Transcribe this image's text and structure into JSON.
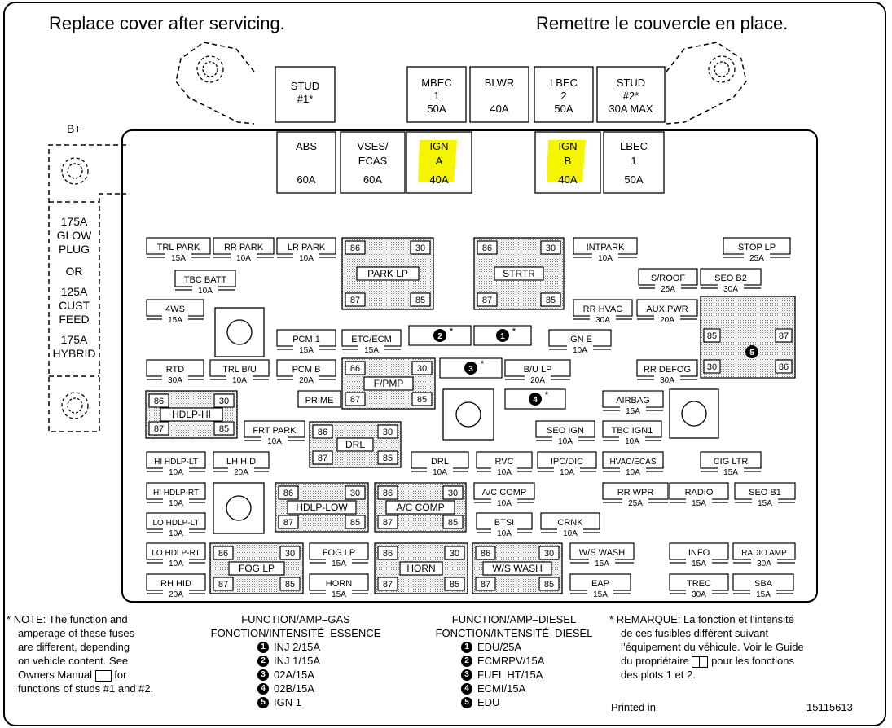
{
  "header": {
    "left": "Replace cover after servicing.",
    "right": "Remettre le couvercle en place."
  },
  "b_plus": "B+",
  "side_panel": [
    "175A",
    "GLOW",
    "PLUG",
    "OR",
    "125A",
    "CUST",
    "FEED",
    "175A",
    "HYBRID"
  ],
  "top_fuses": [
    {
      "lines": [
        "STUD",
        "#1*"
      ],
      "highlight": false
    },
    {
      "lines": [
        "MBEC",
        "1",
        "50A"
      ],
      "highlight": false
    },
    {
      "lines": [
        "BLWR",
        "",
        "40A"
      ],
      "highlight": false
    },
    {
      "lines": [
        "LBEC",
        "2",
        "50A"
      ],
      "highlight": false
    },
    {
      "lines": [
        "STUD",
        "#2*",
        "30A MAX"
      ],
      "highlight": false
    },
    {
      "lines": [
        "ABS",
        "",
        "60A"
      ],
      "highlight": false
    },
    {
      "lines": [
        "VSES/",
        "ECAS",
        "60A"
      ],
      "highlight": false
    },
    {
      "lines": [
        "IGN",
        "A",
        "40A"
      ],
      "highlight": true
    },
    {
      "lines": [
        "IGN",
        "B",
        "40A"
      ],
      "highlight": true
    },
    {
      "lines": [
        "LBEC",
        "1",
        "50A"
      ],
      "highlight": false
    }
  ],
  "fuses": [
    {
      "name": "TRL PARK",
      "amp": "15A"
    },
    {
      "name": "RR PARK",
      "amp": "10A"
    },
    {
      "name": "LR PARK",
      "amp": "10A"
    },
    {
      "name": "TBC BATT",
      "amp": "10A"
    },
    {
      "name": "4WS",
      "amp": "15A"
    },
    {
      "name": "PCM 1",
      "amp": "15A"
    },
    {
      "name": "ETC/ECM",
      "amp": "15A"
    },
    {
      "name": "RTD",
      "amp": "30A"
    },
    {
      "name": "TRL B/U",
      "amp": "10A"
    },
    {
      "name": "PCM B",
      "amp": "20A"
    },
    {
      "name": "FRT PARK",
      "amp": "10A"
    },
    {
      "name": "HI HDLP-LT",
      "amp": "10A"
    },
    {
      "name": "LH HID",
      "amp": "20A"
    },
    {
      "name": "HI HDLP-RT",
      "amp": "10A"
    },
    {
      "name": "LO HDLP-LT",
      "amp": "10A"
    },
    {
      "name": "LO HDLP-RT",
      "amp": "10A"
    },
    {
      "name": "FOG LP",
      "amp": "15A"
    },
    {
      "name": "RH HID",
      "amp": "20A"
    },
    {
      "name": "HORN",
      "amp": "15A"
    },
    {
      "name": "DRL",
      "amp": "10A"
    },
    {
      "name": "RVC",
      "amp": "10A"
    },
    {
      "name": "IPC/DIC",
      "amp": "10A"
    },
    {
      "name": "A/C COMP",
      "amp": "10A"
    },
    {
      "name": "BTSI",
      "amp": "10A"
    },
    {
      "name": "CRNK",
      "amp": "10A"
    },
    {
      "name": "INTPARK",
      "amp": "10A"
    },
    {
      "name": "IGN E",
      "amp": "10A"
    },
    {
      "name": "B/U LP",
      "amp": "20A"
    },
    {
      "name": "SEO IGN",
      "amp": "10A"
    },
    {
      "name": "TBC IGN1",
      "amp": "10A"
    },
    {
      "name": "HVAC/ECAS",
      "amp": "10A"
    },
    {
      "name": "W/S WASH",
      "amp": "15A"
    },
    {
      "name": "EAP",
      "amp": "15A"
    },
    {
      "name": "STOP LP",
      "amp": "25A"
    },
    {
      "name": "S/ROOF",
      "amp": "25A"
    },
    {
      "name": "SEO B2",
      "amp": "30A"
    },
    {
      "name": "RR HVAC",
      "amp": "30A"
    },
    {
      "name": "AUX PWR",
      "amp": "20A"
    },
    {
      "name": "RR DEFOG",
      "amp": "30A"
    },
    {
      "name": "AIRBAG",
      "amp": "15A"
    },
    {
      "name": "CIG LTR",
      "amp": "15A"
    },
    {
      "name": "RR WPR",
      "amp": "25A"
    },
    {
      "name": "RADIO",
      "amp": "15A"
    },
    {
      "name": "SEO B1",
      "amp": "15A"
    },
    {
      "name": "INFO",
      "amp": "15A"
    },
    {
      "name": "RADIO AMP",
      "amp": "30A"
    },
    {
      "name": "TREC",
      "amp": "30A"
    },
    {
      "name": "SBA",
      "amp": "15A"
    }
  ],
  "prime": "PRIME",
  "relays": [
    {
      "name": "PARK LP",
      "pins": [
        "86",
        "30",
        "87",
        "85"
      ]
    },
    {
      "name": "STRTR",
      "pins": [
        "86",
        "30",
        "87",
        "85"
      ]
    },
    {
      "name": "F/PMP",
      "pins": [
        "86",
        "30",
        "87",
        "85"
      ]
    },
    {
      "name": "HDLP-HI",
      "pins": [
        "86",
        "30",
        "87",
        "85"
      ]
    },
    {
      "name": "DRL",
      "pins": [
        "86",
        "30",
        "87",
        "85"
      ]
    },
    {
      "name": "HDLP-LOW",
      "pins": [
        "86",
        "30",
        "87",
        "85"
      ]
    },
    {
      "name": "A/C COMP",
      "pins": [
        "86",
        "30",
        "87",
        "85"
      ]
    },
    {
      "name": "FOG LP",
      "pins": [
        "86",
        "30",
        "87",
        "85"
      ]
    },
    {
      "name": "HORN",
      "pins": [
        "86",
        "30",
        "87",
        "85"
      ]
    },
    {
      "name": "W/S WASH",
      "pins": [
        "86",
        "30",
        "87",
        "85"
      ]
    }
  ],
  "relay5": {
    "pins": [
      "85",
      "87",
      "30",
      "86"
    ],
    "number": "5"
  },
  "numbered_fuses": [
    {
      "number": "2",
      "star": "*"
    },
    {
      "number": "1",
      "star": "*"
    },
    {
      "number": "3",
      "star": "*"
    },
    {
      "number": "4",
      "star": "*"
    }
  ],
  "note_en": [
    "NOTE:  The function and",
    "amperage of these fuses",
    "are different, depending",
    "on vehicle content.  See",
    "Owners Manual",
    "for",
    "functions of studs #1 and #2."
  ],
  "note_star": "*",
  "legend_gas": {
    "title1": "FUNCTION/AMP–GAS",
    "title2": "FONCTION/INTENSITÉ–ESSENCE",
    "items": [
      {
        "n": "1",
        "text": "INJ 2/15A"
      },
      {
        "n": "2",
        "text": "INJ 1/15A"
      },
      {
        "n": "3",
        "text": "02A/15A"
      },
      {
        "n": "4",
        "text": "02B/15A"
      },
      {
        "n": "5",
        "text": "IGN 1"
      }
    ]
  },
  "legend_diesel": {
    "title1": "FUNCTION/AMP–DIESEL",
    "title2": "FONCTION/INTENSITÉ–DIESEL",
    "items": [
      {
        "n": "1",
        "text": "EDU/25A"
      },
      {
        "n": "2",
        "text": "ECMRPV/15A"
      },
      {
        "n": "3",
        "text": "FUEL HT/15A"
      },
      {
        "n": "4",
        "text": "ECMI/15A"
      },
      {
        "n": "5",
        "text": "EDU"
      }
    ]
  },
  "note_fr": [
    "REMARQUE:  La fonction et l’intensité",
    "de ces fusibles diffèrent suivant",
    "l’équipement du véhicule. Voir le Guide",
    "du propriétaire",
    "pour les fonctions",
    "des plots 1 et 2."
  ],
  "printed_in": "Printed in",
  "part_number": "15115613",
  "colors": {
    "highlight": "#f5f500",
    "stipple": "#d8d8d8"
  }
}
